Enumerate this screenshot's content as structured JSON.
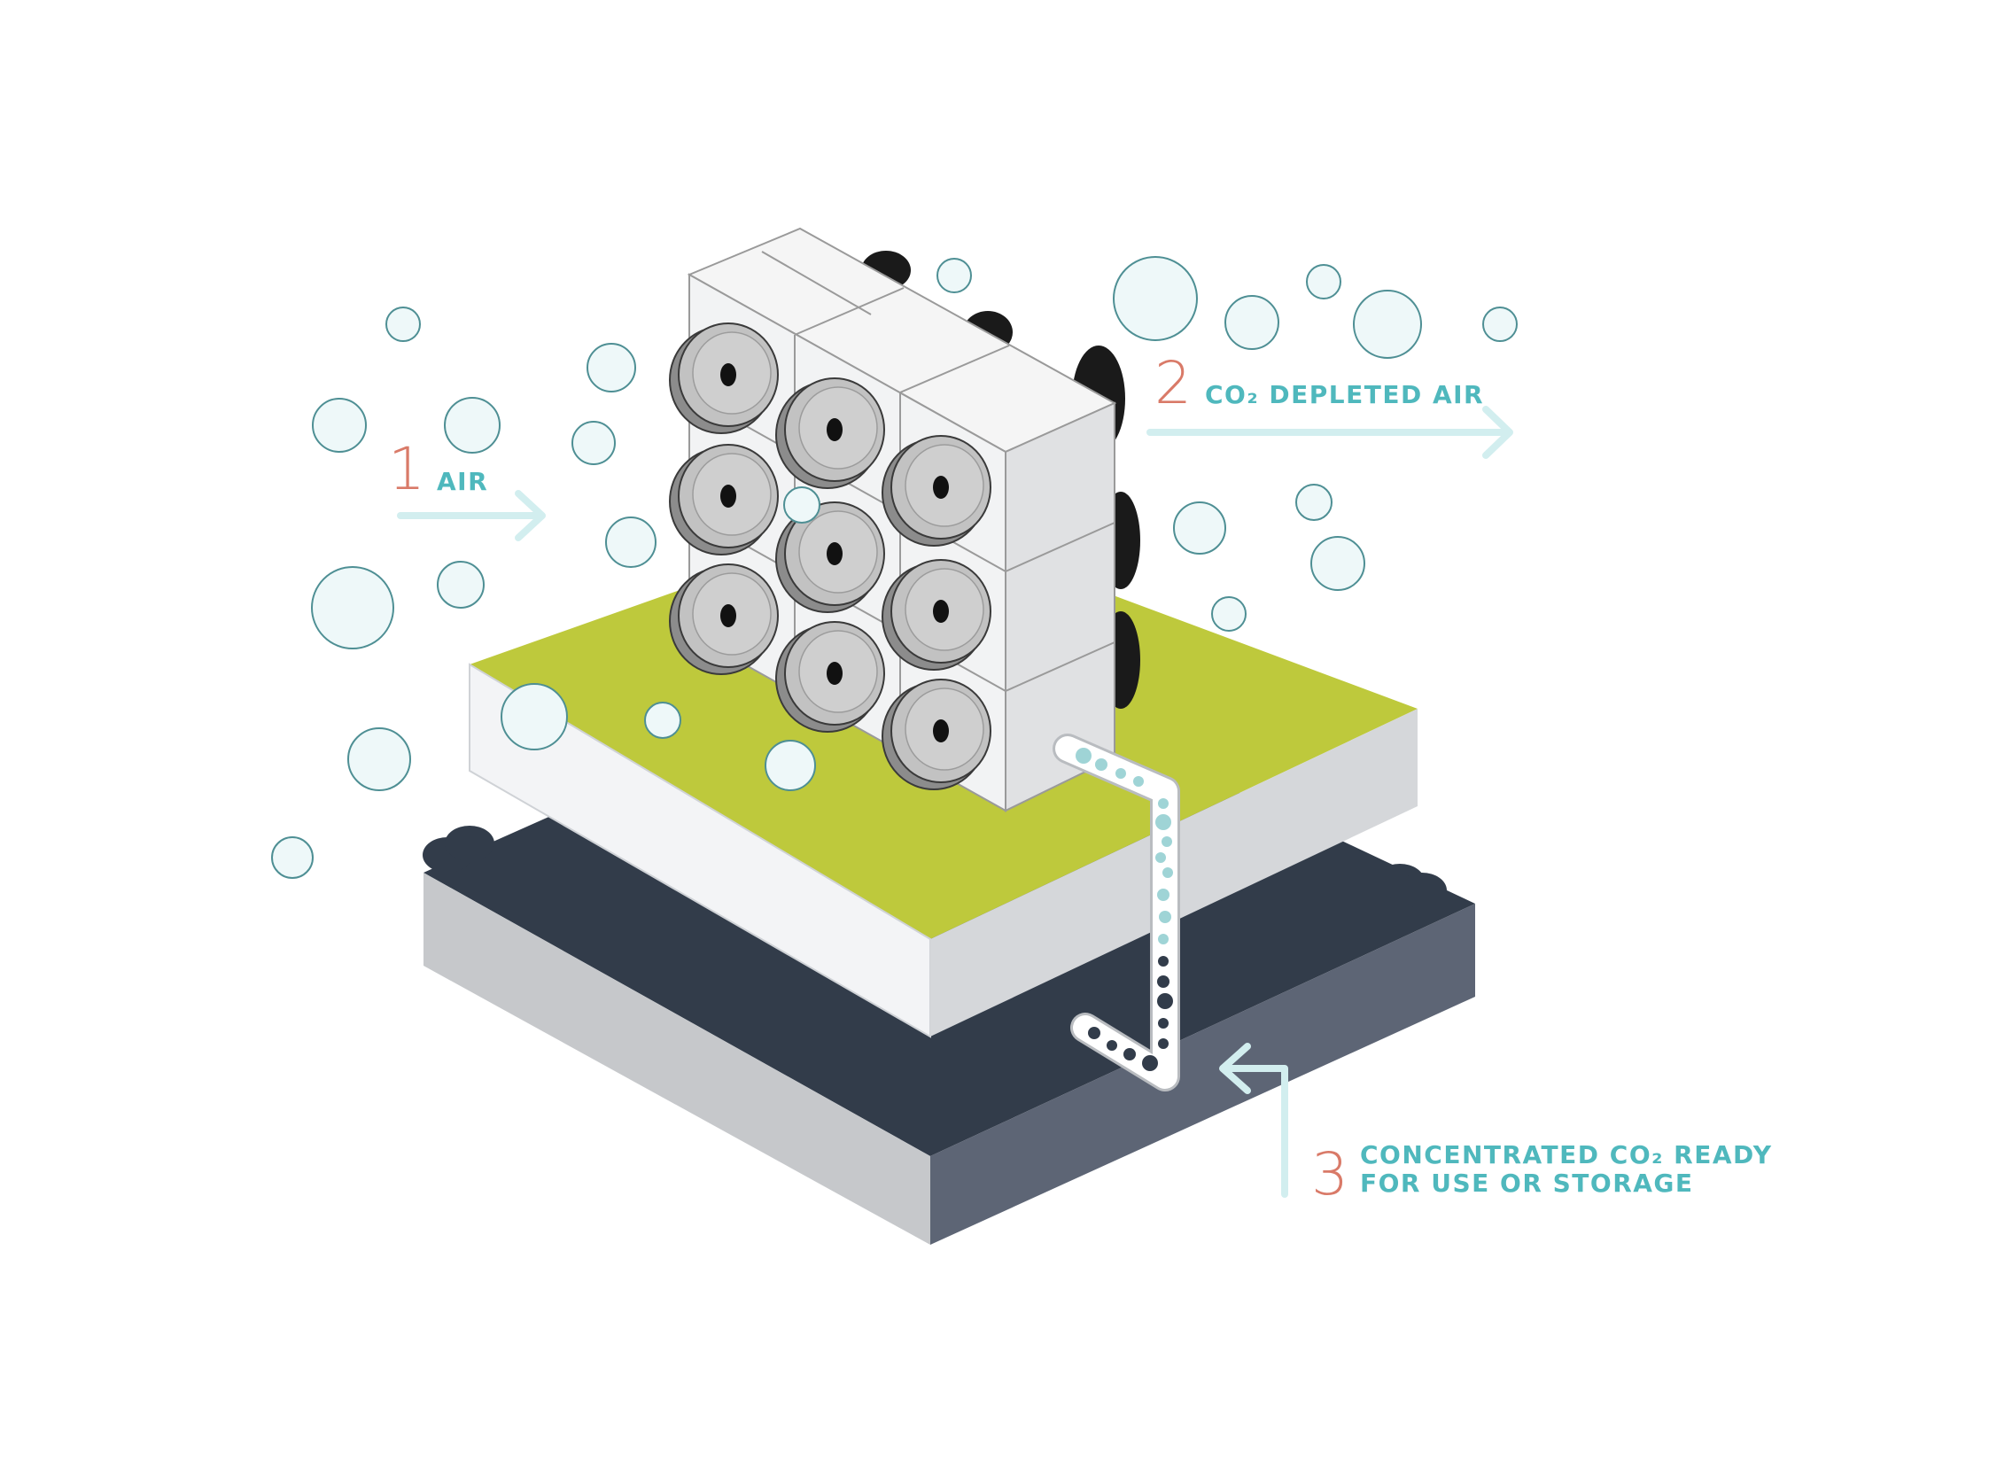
{
  "colors": {
    "lime": "#bec93c",
    "accent_teal": "#4fb8bd",
    "number_orange": "#d97a68",
    "dark_navy": "#323c4a",
    "slate": "#5d6575",
    "light_gray": "#c6c8cb",
    "white_block": "#f3f4f6",
    "bubble_fill": "#eef8f9",
    "bubble_stroke": "#8fd0d4",
    "arrow_stroke": "#d2eeef"
  },
  "steps": [
    {
      "number": "1",
      "label": "AIR",
      "icon": "arrow-right-icon"
    },
    {
      "number": "2",
      "label": "CO₂ DEPLETED AIR",
      "icon": "arrow-right-icon"
    },
    {
      "number": "3",
      "label_lines": [
        "CONCENTRATED CO₂ READY",
        "FOR USE OR STORAGE"
      ],
      "icon": "arrow-up-left-icon"
    }
  ],
  "components": {
    "collector_grid": "3x3 fan units",
    "fan_icon": "fan-icon",
    "pipe_icon": "co2-flow-pipe-icon",
    "bubble_icon": "air-bubble-icon"
  }
}
